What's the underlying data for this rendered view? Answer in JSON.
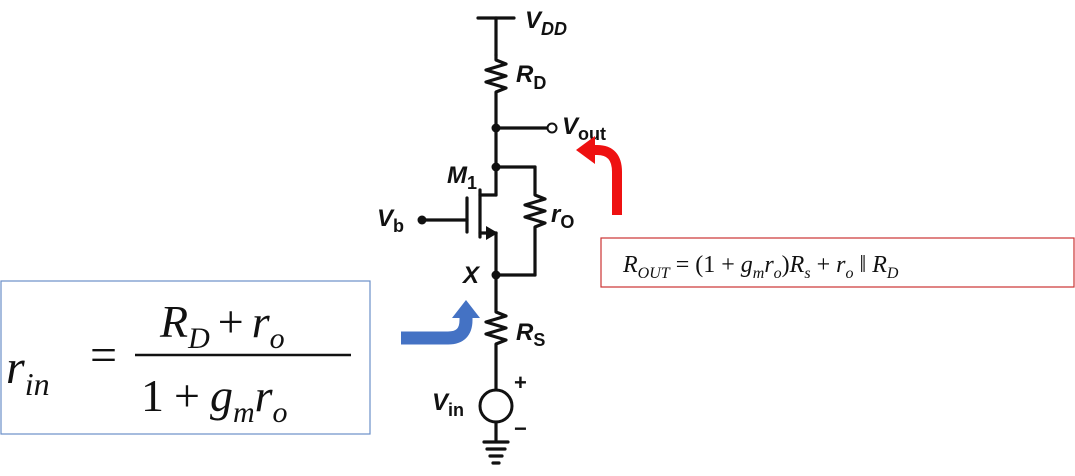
{
  "labels": {
    "vdd_main": "V",
    "vdd_sub": "DD",
    "rd_main": "R",
    "rd_sub": "D",
    "vout_main": "V",
    "vout_sub": "out",
    "m1_main": "M",
    "m1_sub": "1",
    "vb_main": "V",
    "vb_sub": "b",
    "ro_main": "r",
    "ro_sub": "O",
    "x_node": "X",
    "rs_main": "R",
    "rs_sub": "S",
    "vin_main": "V",
    "vin_sub": "in",
    "plus": "+",
    "minus": "−"
  },
  "rin_equation": {
    "lhs": "r",
    "lhs_sub": "in",
    "equals": "=",
    "num_r": "R",
    "num_r_sub": "D",
    "num_plus": "+",
    "num_ro": "r",
    "num_ro_sub": "o",
    "den_one": "1",
    "den_plus": "+",
    "den_g": "g",
    "den_g_sub": "m",
    "den_r": "r",
    "den_r_sub": "o"
  },
  "rout_equation": {
    "lhs": "R",
    "lhs_sub": "OUT",
    "equals": "=",
    "open_paren": "(1 +",
    "g": "g",
    "g_sub": "m",
    "r": "r",
    "r_sub": "o",
    "close_paren": ")",
    "rs": "R",
    "rs_sub": "s",
    "plus": "+",
    "ro": "r",
    "ro_sub": "o",
    "parallel": "‖",
    "rd": "R",
    "rd_sub": "D"
  },
  "colors": {
    "red_arrow": "#ee1111",
    "blue_arrow": "#4472c4",
    "rin_border": "#6b8fc9",
    "rout_border": "#cc3333",
    "ink": "#111111"
  }
}
